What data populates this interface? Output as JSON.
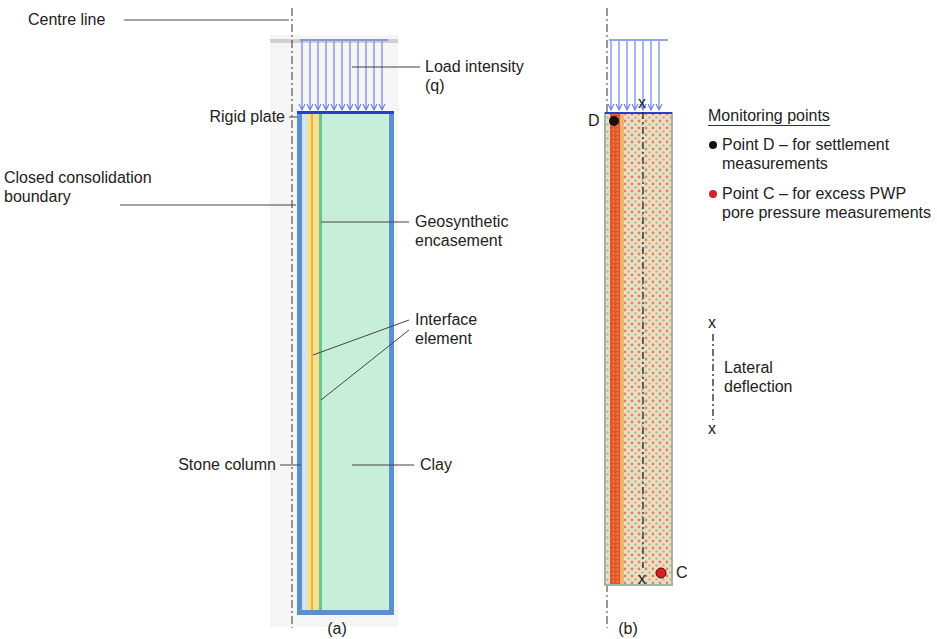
{
  "diagram": {
    "labels": [
      "Centre line",
      "Rigid plate",
      "Load intensity (q)",
      "Closed consolidation boundary",
      "Geosynthetic encasement",
      "Interface element",
      "Stone column",
      "Clay",
      "(a)",
      "D",
      "x",
      "x",
      "C",
      "(b)",
      "Monitoring points",
      "x",
      "x"
    ],
    "legend": [
      {
        "text": "Point D – for settlement measurements"
      },
      {
        "text": "Point C – for excess PWP pore pressure measurements"
      },
      {
        "text": "Lateral deflection"
      }
    ]
  }
}
